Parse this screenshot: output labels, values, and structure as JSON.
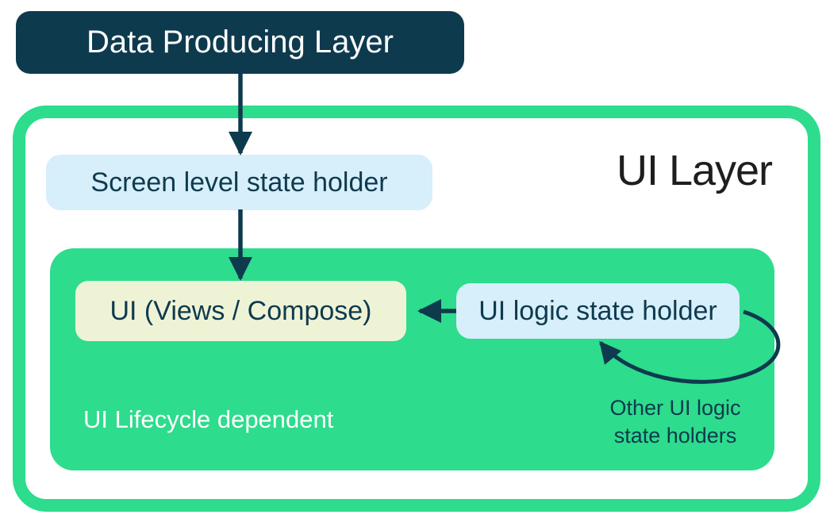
{
  "diagram": {
    "data_producing_layer": {
      "label": "Data Producing Layer"
    },
    "ui_layer": {
      "label": "UI Layer",
      "screen_level_state_holder": {
        "label": "Screen level state holder"
      },
      "lifecycle_region": {
        "caption": "UI Lifecycle dependent",
        "ui": {
          "label": "UI (Views / Compose)"
        },
        "ui_logic_state_holder": {
          "label": "UI logic state holder"
        },
        "loop_label": {
          "line1": "Other UI logic",
          "line2": "state holders"
        }
      }
    },
    "connections": [
      {
        "from": "Data Producing Layer",
        "to": "Screen level state holder",
        "style": "straight-arrow-down"
      },
      {
        "from": "Screen level state holder",
        "to": "UI (Views / Compose)",
        "style": "straight-arrow-down"
      },
      {
        "from": "UI logic state holder",
        "to": "UI (Views / Compose)",
        "style": "straight-arrow-left"
      },
      {
        "from": "Other UI logic state holders",
        "to": "UI logic state holder",
        "style": "curved-loop-arrow"
      }
    ],
    "colors": {
      "green": "#2ddc8c",
      "dark_navy": "#0e3a4e",
      "light_blue": "#d7eefb",
      "cream": "#eff3d6",
      "label_black": "#1e1e1e",
      "white": "#ffffff"
    }
  }
}
